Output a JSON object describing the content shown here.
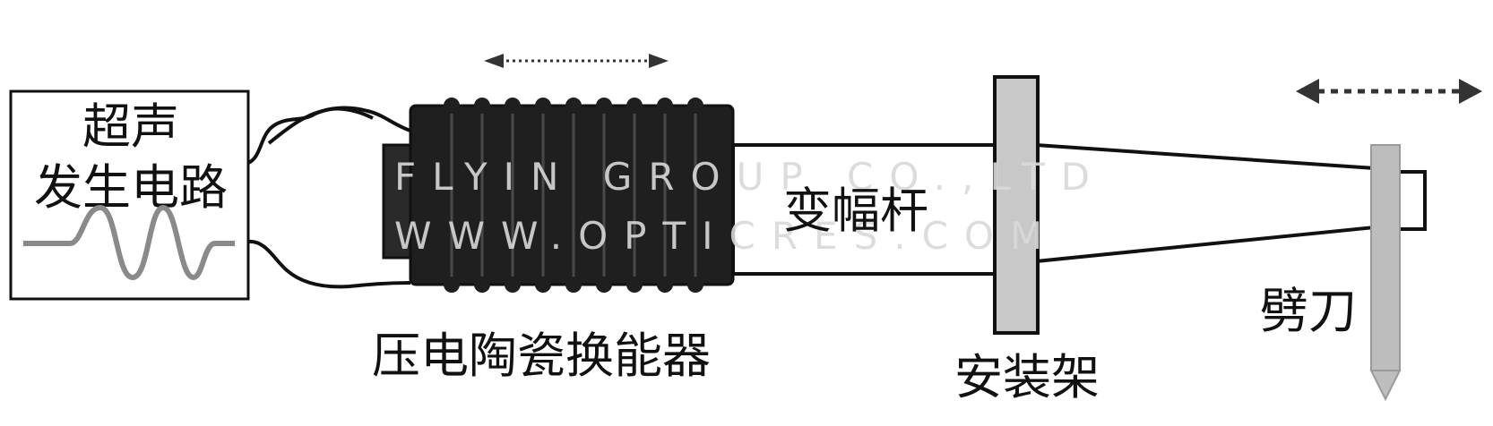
{
  "labels": {
    "generator_line1": "超声",
    "generator_line2": "发生电路",
    "transducer": "压电陶瓷换能器",
    "horn": "变幅杆",
    "mount": "安装架",
    "blade": "劈刀"
  },
  "watermark": {
    "line1": "FLYIN GROUP CO.,LTD",
    "line2": "WWW.OPTICRES.COM"
  },
  "colors": {
    "stroke": "#111111",
    "transducer_body": "#1f1f1f",
    "flange_fill": "#c8c8c8",
    "blade_fill": "#bdbdbd",
    "wave": "#8a8a8a",
    "watermark": "#d9d9d9"
  }
}
